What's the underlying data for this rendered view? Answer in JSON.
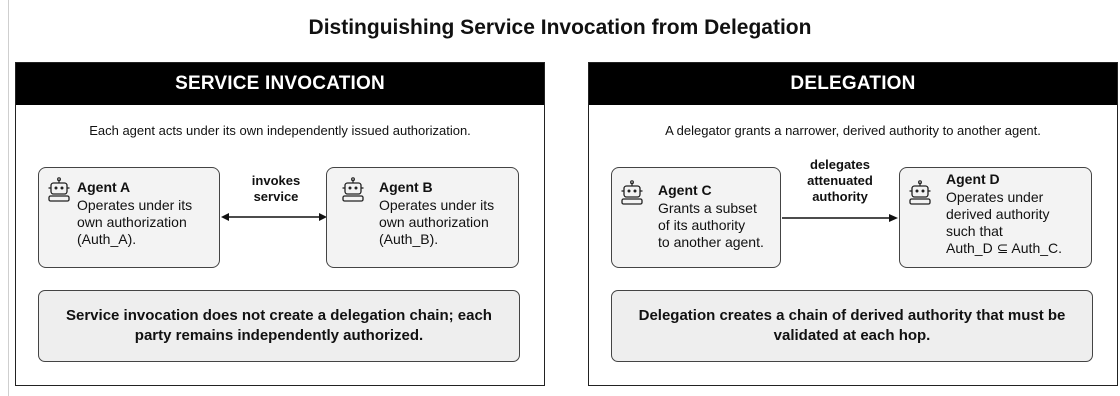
{
  "title": "Distinguishing Service Invocation from Delegation",
  "panels": [
    {
      "header": "SERVICE INVOCATION",
      "description": "Each agent acts under its own independently issued authorization.",
      "agents": [
        {
          "name": "Agent A",
          "icon": "robot-icon",
          "desc_lines": [
            "Operates under its",
            "own authorization",
            "(Auth_A)."
          ]
        },
        {
          "name": "Agent B",
          "icon": "robot-icon",
          "desc_lines": [
            "Operates under its",
            "own authorization",
            "(Auth_B)."
          ]
        }
      ],
      "connector": {
        "label_lines": [
          "invokes",
          "service"
        ],
        "direction": "bidirectional"
      },
      "summary": "Service invocation does not create a delegation chain; each party remains independently authorized."
    },
    {
      "header": "DELEGATION",
      "description": "A delegator grants a narrower, derived authority to another agent.",
      "agents": [
        {
          "name": "Agent C",
          "icon": "robot-icon",
          "desc_lines": [
            "Grants a subset",
            "of its authority",
            "to another agent."
          ]
        },
        {
          "name": "Agent D",
          "icon": "robot-icon",
          "desc_lines": [
            "Operates under",
            "derived authority",
            "such that",
            "Auth_D ⊆ Auth_C."
          ]
        }
      ],
      "connector": {
        "label_lines": [
          "delegates",
          "attenuated",
          "authority"
        ],
        "direction": "one-way"
      },
      "summary": "Delegation creates a chain of derived authority that must be validated at each hop."
    }
  ]
}
